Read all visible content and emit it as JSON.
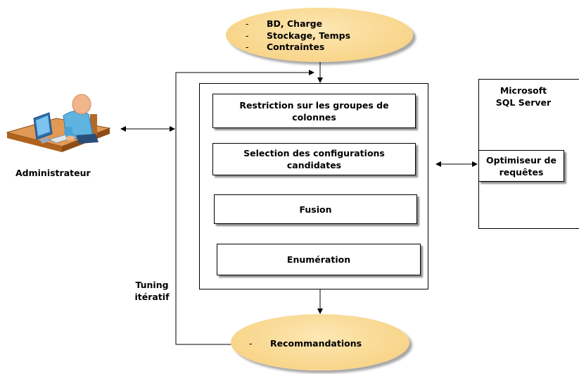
{
  "inputs": {
    "items": [
      "BD, Charge",
      "Stockage, Temps",
      "Contraintes"
    ]
  },
  "steps": [
    "Restriction sur les groupes de colonnes",
    "Selection des configurations candidates",
    "Fusion",
    "Enumération"
  ],
  "administrator_label": "Administrateur",
  "sql_server": {
    "title": "Microsoft SQL Server",
    "optimizer": "Optimiseur de requêtes"
  },
  "tuning_label": "Tuning itératif",
  "output": {
    "item": "Recommandations"
  },
  "colors": {
    "ellipse_fill": "#f8d58a",
    "line": "#000000",
    "person_skin": "#f2b48a",
    "person_shirt": "#5fb3e0",
    "desk": "#c8742c",
    "monitor": "#3b8fd0"
  }
}
